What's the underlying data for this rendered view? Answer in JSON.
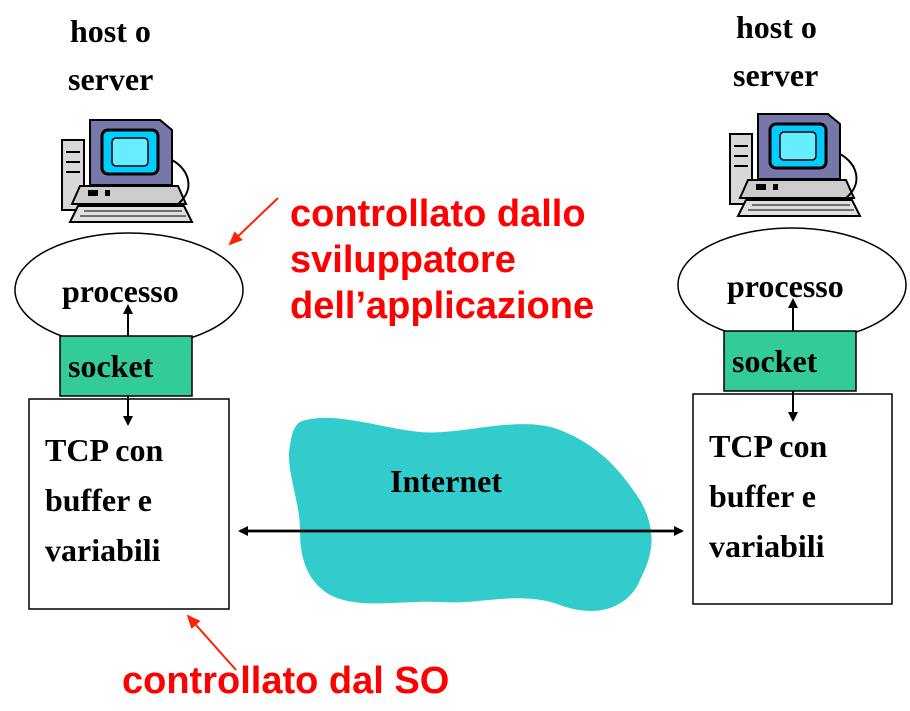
{
  "left_host": {
    "label_line1": "host o",
    "label_line2": "server",
    "process_label": "processo",
    "socket_label": "socket",
    "tcp_line1": "TCP con",
    "tcp_line2": "buffer e",
    "tcp_line3": "variabili"
  },
  "right_host": {
    "label_line1": "host o",
    "label_line2": "server",
    "process_label": "processo",
    "socket_label": "socket",
    "tcp_line1": "TCP con",
    "tcp_line2": "buffer e",
    "tcp_line3": "variabili"
  },
  "internet_label": "Internet",
  "annotations": {
    "developer_line1": "controllato dallo",
    "developer_line2": "sviluppatore",
    "developer_line3": "dell’applicazione",
    "os_label": "controllato dal SO"
  },
  "colors": {
    "socket_fill": "#33cc99",
    "cloud_fill": "#33cccc",
    "annotation_red": "#ff0000",
    "monitor_screen": "#00ccff"
  },
  "icons": [
    "computer-icon",
    "computer-icon"
  ]
}
